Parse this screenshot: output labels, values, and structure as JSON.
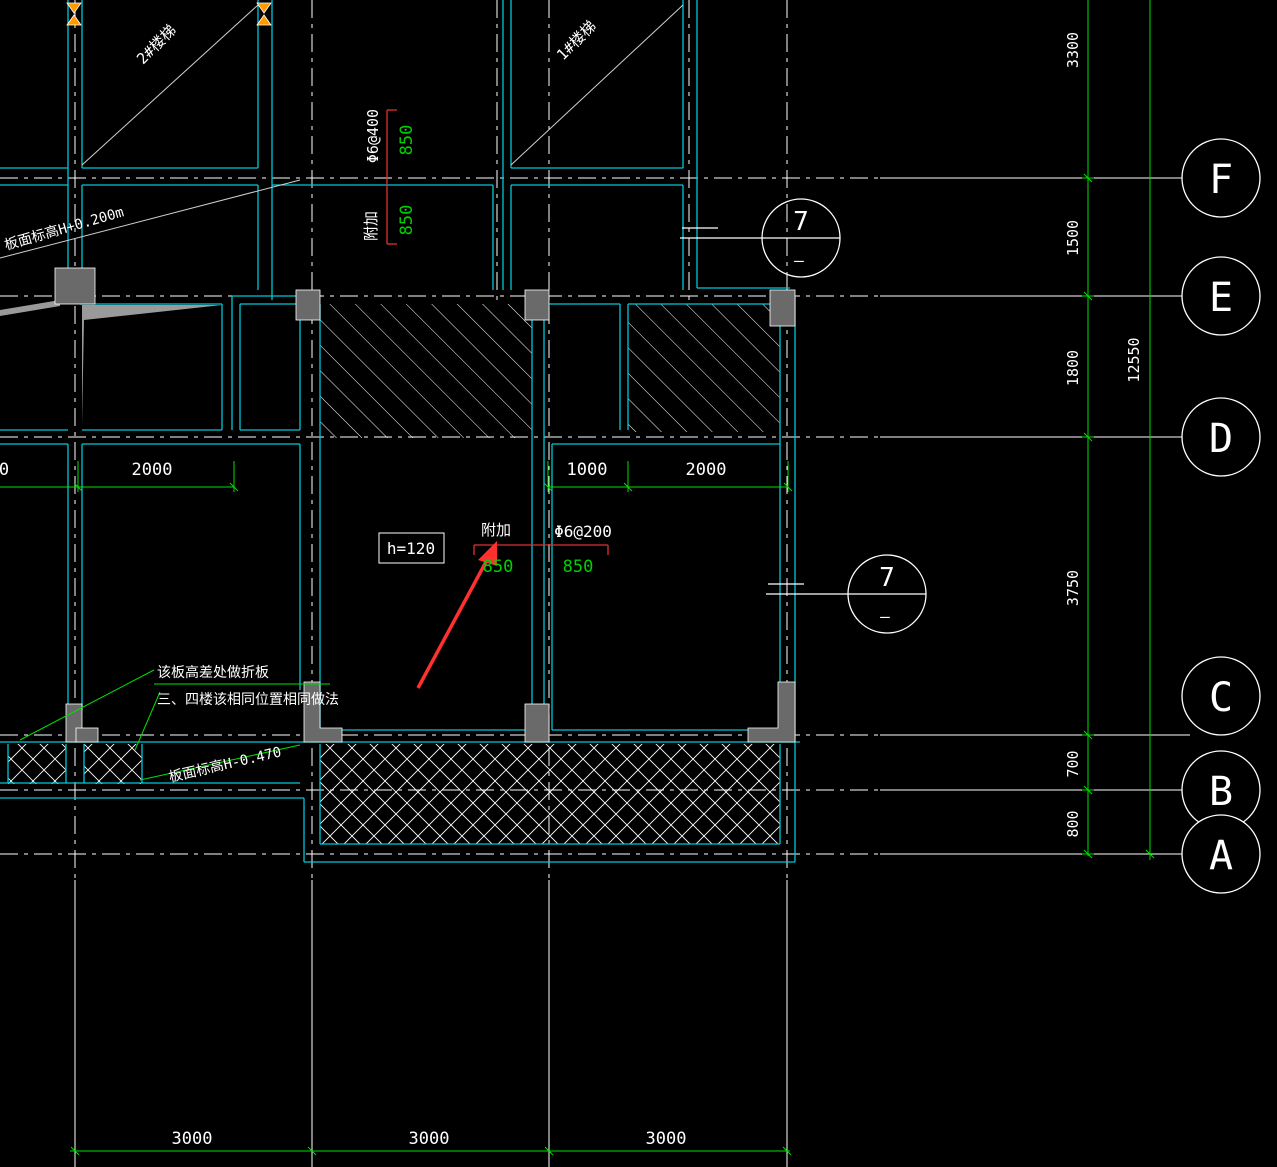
{
  "axes": [
    {
      "label": "F"
    },
    {
      "label": "E"
    },
    {
      "label": "D"
    },
    {
      "label": "C"
    },
    {
      "label": "B"
    },
    {
      "label": "A"
    }
  ],
  "right_dims": [
    "3300",
    "1500",
    "1800",
    "3750",
    "700",
    "800"
  ],
  "right_total": "12550",
  "bottom_dims": [
    "3000",
    "3000",
    "3000"
  ],
  "mid_dims": {
    "left_partial": "0",
    "left": "2000",
    "right_a": "1000",
    "right_b": "2000"
  },
  "stair_labels": {
    "stair2": "2#楼梯",
    "stair1": "1#楼梯"
  },
  "rebar_top": {
    "spec": "Φ6@400",
    "val_a": "850",
    "val_b": "850",
    "note": "附加"
  },
  "rebar_mid": {
    "note": "附加",
    "spec": "Φ6@200",
    "val_a": "850",
    "val_b": "850"
  },
  "slab_thickness": "h=120",
  "elev_top": "板面标高H+0.200m",
  "elev_bottom": "板面标高H-0.470",
  "note_line1": "该板高差处做折板",
  "note_line2": "三、四楼该相同位置相同做法",
  "section_marks": [
    {
      "num": "7",
      "sub": "—"
    },
    {
      "num": "7",
      "sub": "—"
    }
  ],
  "colors": {
    "background": "#000000",
    "wall_cyan": "#00c8d8",
    "dim_green": "#00e000",
    "text_white": "#ffffff",
    "rebar_red": "#e03030",
    "rebar_text_green": "#00d000",
    "column_gray": "#6a6a6a",
    "arrow_red": "#ff3030",
    "marker_orange": "#ff9900"
  }
}
